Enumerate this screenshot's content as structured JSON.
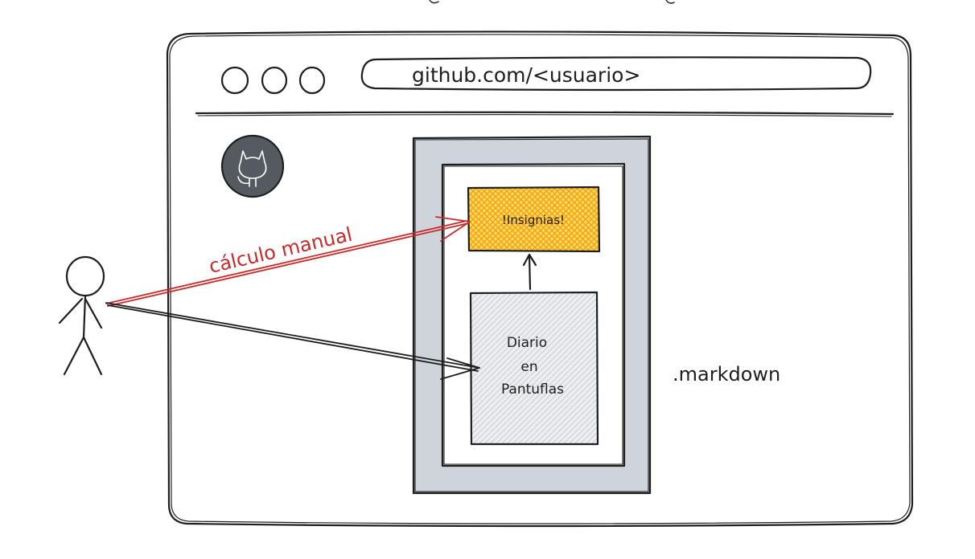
{
  "browser": {
    "url": "github.com/<usuario>"
  },
  "boxes": {
    "badges_label": "!Insignias!",
    "journal_line1": "Diario",
    "journal_line2": "en",
    "journal_line3": "Pantuflas"
  },
  "labels": {
    "markdown": ".markdown",
    "manual_calc": "cálculo manual"
  },
  "colors": {
    "panel_gray": "#ced4da",
    "badge_fill": "#fab005",
    "journal_fill": "#dee2e6",
    "avatar_fill": "#555a60",
    "red_arrow": "#c92a2a",
    "ink": "#1e1e1e"
  },
  "icons": [
    "browser-dot-icon",
    "github-octocat-icon",
    "stick-figure-icon"
  ]
}
